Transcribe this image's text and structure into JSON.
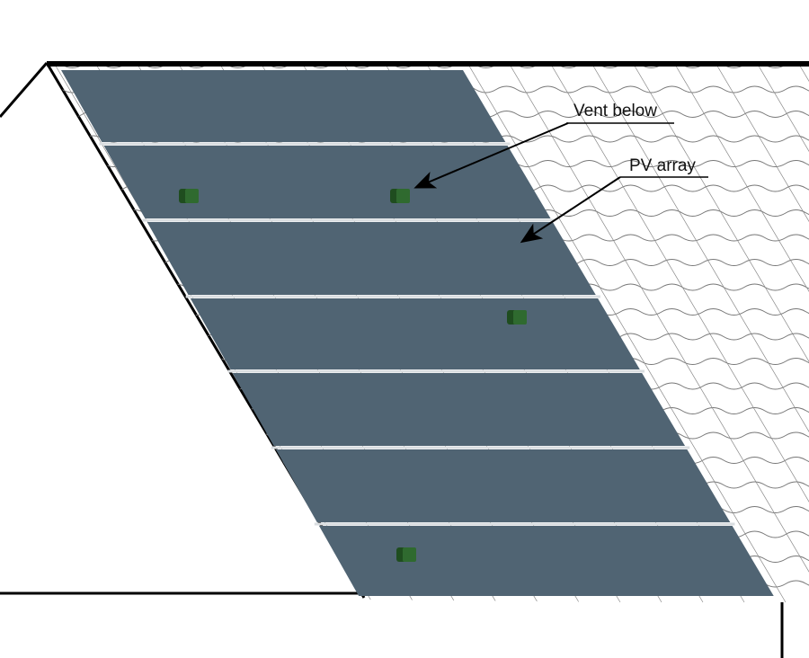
{
  "annotations": [
    {
      "id": "vent",
      "text": "Vent below"
    },
    {
      "id": "pv",
      "text": "PV array"
    }
  ],
  "pv_array": {
    "rows": 7,
    "panel_color": "#506473",
    "rail_color": "#d9dde0"
  },
  "vents": {
    "count": 4,
    "color": "#1f4d1f"
  },
  "colors": {
    "outline": "#000000",
    "tile_line": "#555555"
  }
}
